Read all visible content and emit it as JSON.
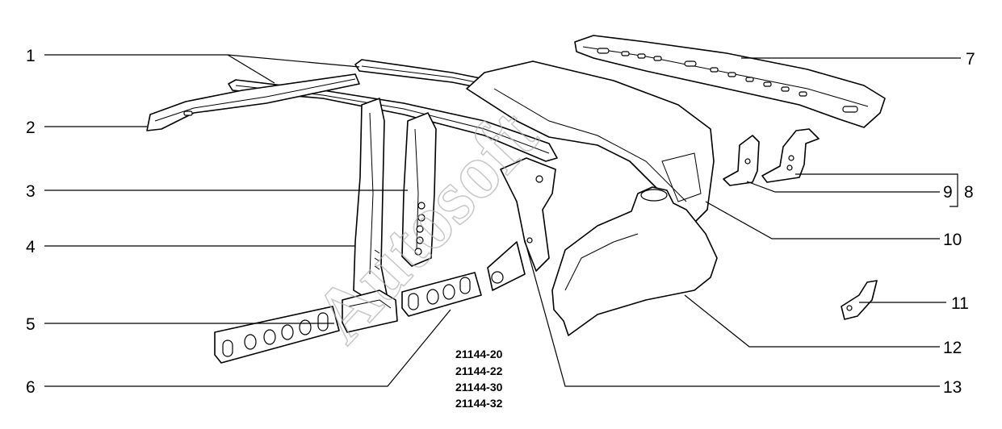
{
  "watermark": "Autosoft",
  "callouts": [
    {
      "id": "1",
      "label": "1"
    },
    {
      "id": "2",
      "label": "2"
    },
    {
      "id": "3",
      "label": "3"
    },
    {
      "id": "4",
      "label": "4"
    },
    {
      "id": "5",
      "label": "5"
    },
    {
      "id": "6",
      "label": "6"
    },
    {
      "id": "7",
      "label": "7"
    },
    {
      "id": "8",
      "label": "8"
    },
    {
      "id": "9",
      "label": "9"
    },
    {
      "id": "10",
      "label": "10"
    },
    {
      "id": "11",
      "label": "11"
    },
    {
      "id": "12",
      "label": "12"
    },
    {
      "id": "13",
      "label": "13"
    }
  ],
  "model_codes": [
    "21144-20",
    "21144-22",
    "21144-30",
    "21144-32"
  ]
}
